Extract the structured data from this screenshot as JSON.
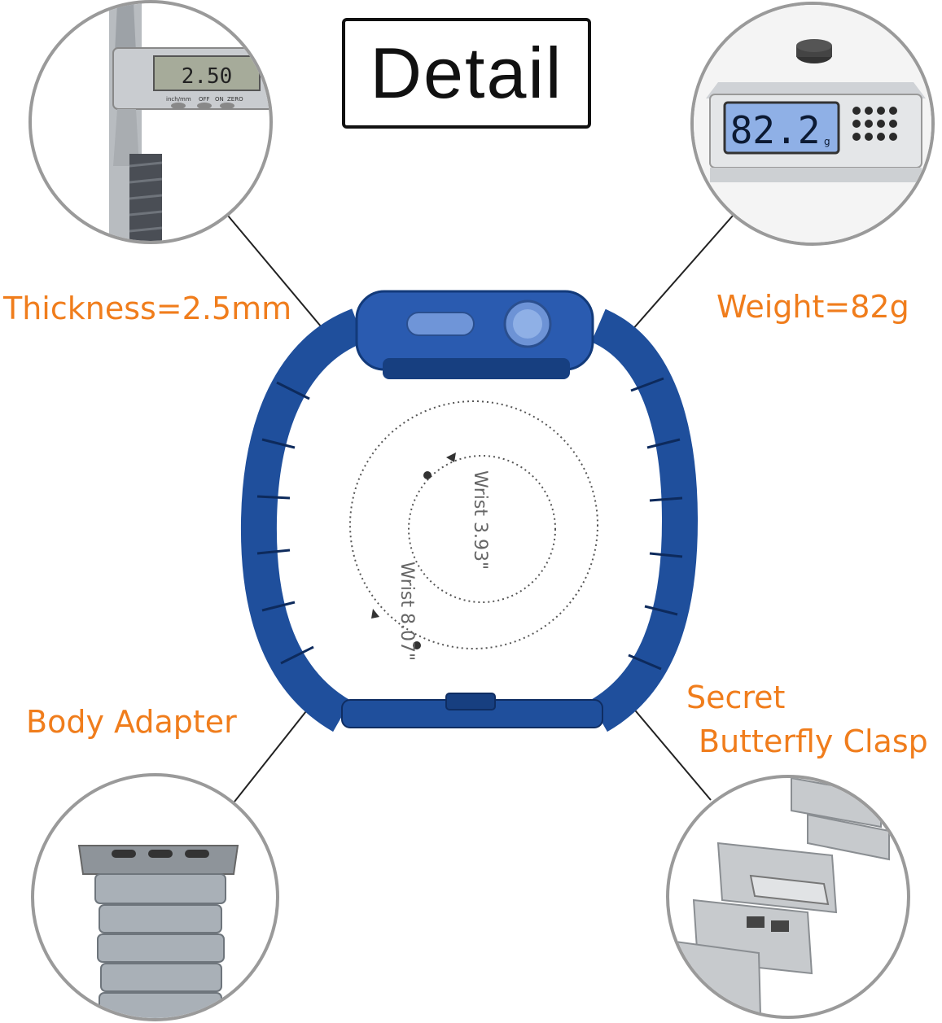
{
  "title": "Detail",
  "callouts": {
    "thickness": "Thickness=2.5mm",
    "weight": "Weight=82g",
    "adapter": "Body Adapter",
    "clasp_line1": "Secret",
    "clasp_line2": "Butterfly Clasp"
  },
  "caliper_reading": "2.50",
  "caliper_buttons": [
    "inch/mm",
    "OFF",
    "ON",
    "ZERO"
  ],
  "scale_reading": "82.2",
  "scale_unit": "g",
  "wrist_small": "Wrist 3.93\"",
  "wrist_large": "Wrist 8.07\"",
  "colors": {
    "accent": "#f07d1c",
    "band": "#1f4f9c",
    "circle_border": "#9a9a9a"
  }
}
